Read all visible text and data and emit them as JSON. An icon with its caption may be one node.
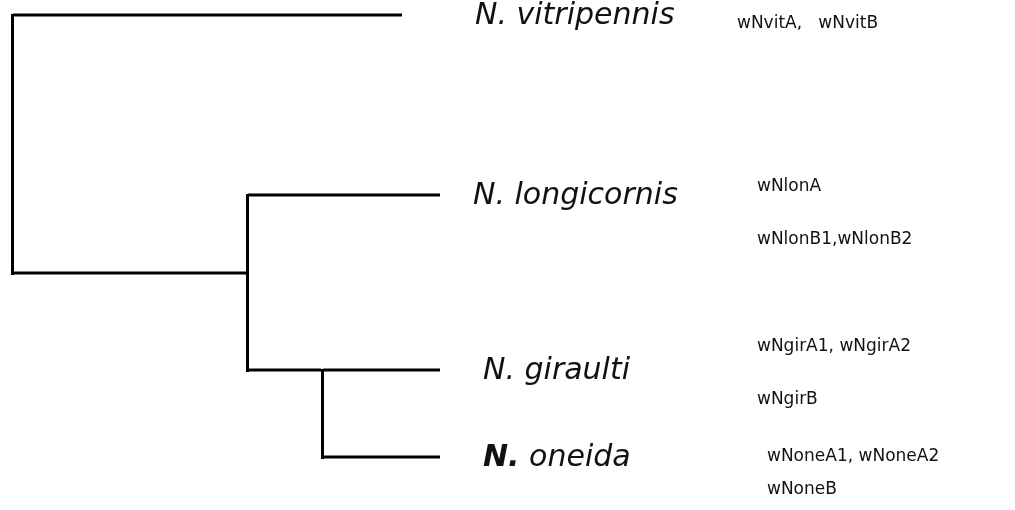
{
  "diagram": {
    "nodes": [
      {
        "text": [],
        "shape": "bar"
      },
      {
        "text": [
          "N. vitripennis"
        ],
        "beside": [
          "wNvitA,   wNvitB"
        ]
      },
      {
        "text": [],
        "shape": "bar"
      },
      {
        "text": [
          "N. longicornis"
        ],
        "beside": [
          "wNlonA",
          "wNlonB1,wNlonB2"
        ]
      },
      {
        "text": [],
        "shape": "bar"
      },
      {
        "text": [
          "N. giraulti"
        ],
        "beside": [
          "wNgirA1, wNgirA2",
          "wNgirB"
        ]
      },
      {
        "text": [
          "**N.** oneida"
        ],
        "beside": [
          "wNoneA1, wNoneA2",
          "wNoneB"
        ]
      }
    ],
    "edges": [
      {
        "from": 0,
        "to": 1,
        "arrow": "none"
      },
      {
        "from": 0,
        "to": 2,
        "arrow": "none"
      },
      {
        "from": 2,
        "to": 3,
        "arrow": "none"
      },
      {
        "from": 2,
        "to": 4,
        "arrow": "none"
      },
      {
        "from": 4,
        "to": 5,
        "arrow": "none"
      },
      {
        "from": 4,
        "to": 6,
        "arrow": "none"
      }
    ]
  }
}
